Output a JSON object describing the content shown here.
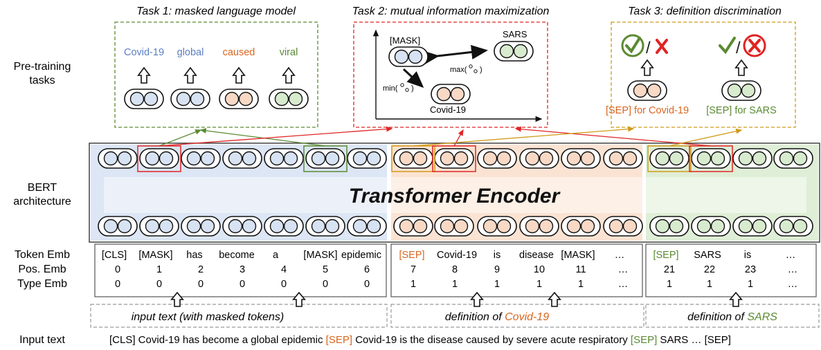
{
  "tasks": {
    "task1_title": "Task 1: masked language model",
    "task2_title": "Task 2: mutual information maximization",
    "task3_title": "Task 3: definition discrimination",
    "task1_words": [
      "Covid-19",
      "global",
      "caused",
      "viral"
    ],
    "task2_mask": "[MASK]",
    "task2_sars": "SARS",
    "task2_covid": "Covid-19",
    "task2_max": "max(",
    "task2_min": "min(",
    "task2_close": ")",
    "task3_label1": "[SEP] for Covid-19",
    "task3_label2": "[SEP] for SARS"
  },
  "side_labels": {
    "pretraining_line1": "Pre-training",
    "pretraining_line2": "tasks",
    "bert_line1": "BERT",
    "bert_line2": "architecture",
    "token_emb": "Token Emb",
    "pos_emb": "Pos. Emb",
    "type_emb": "Type Emb",
    "input_text": "Input text"
  },
  "encoder": {
    "label": "Transformer Encoder"
  },
  "segments": [
    {
      "tokens": [
        "[CLS]",
        "[MASK]",
        "has",
        "become",
        "a",
        "[MASK]",
        "epidemic"
      ],
      "positions": [
        "0",
        "1",
        "2",
        "3",
        "4",
        "5",
        "6"
      ],
      "types": [
        "0",
        "0",
        "0",
        "0",
        "0",
        "0",
        "0"
      ],
      "footer_prefix": "input text (with masked tokens)",
      "footer_highlight": ""
    },
    {
      "tokens": [
        "[SEP]",
        "Covid-19",
        "is",
        "disease",
        "[MASK]",
        "…"
      ],
      "positions": [
        "7",
        "8",
        "9",
        "10",
        "11",
        "…"
      ],
      "types": [
        "1",
        "1",
        "1",
        "1",
        "1",
        "…"
      ],
      "footer_prefix": "definition of ",
      "footer_highlight": "Covid-19"
    },
    {
      "tokens": [
        "[SEP]",
        "SARS",
        "is",
        "…"
      ],
      "positions": [
        "21",
        "22",
        "23",
        "…"
      ],
      "types": [
        "1",
        "1",
        "1",
        "…"
      ],
      "footer_prefix": "definition of ",
      "footer_highlight": "SARS"
    }
  ],
  "input_sentence": {
    "part1": "[CLS] Covid-19 has become a global epidemic ",
    "sep1": "[SEP]",
    "part2": " Covid-19 is the disease caused by severe acute respiratory ",
    "sep2": "[SEP]",
    "part3": " SARS … [SEP]"
  },
  "colors": {
    "blue": "#5b7fc4",
    "blue_fill": "#d7e2f3",
    "blue_bg": "#dce6f4",
    "orange": "#d9661f",
    "orange_fill": "#f8d9c6",
    "orange_bg": "#fbe3d3",
    "green": "#5a8a32",
    "green_fill": "#d8ebcf",
    "green_bg": "#dfeed6",
    "red": "#e02424",
    "gold": "#d19a17"
  }
}
